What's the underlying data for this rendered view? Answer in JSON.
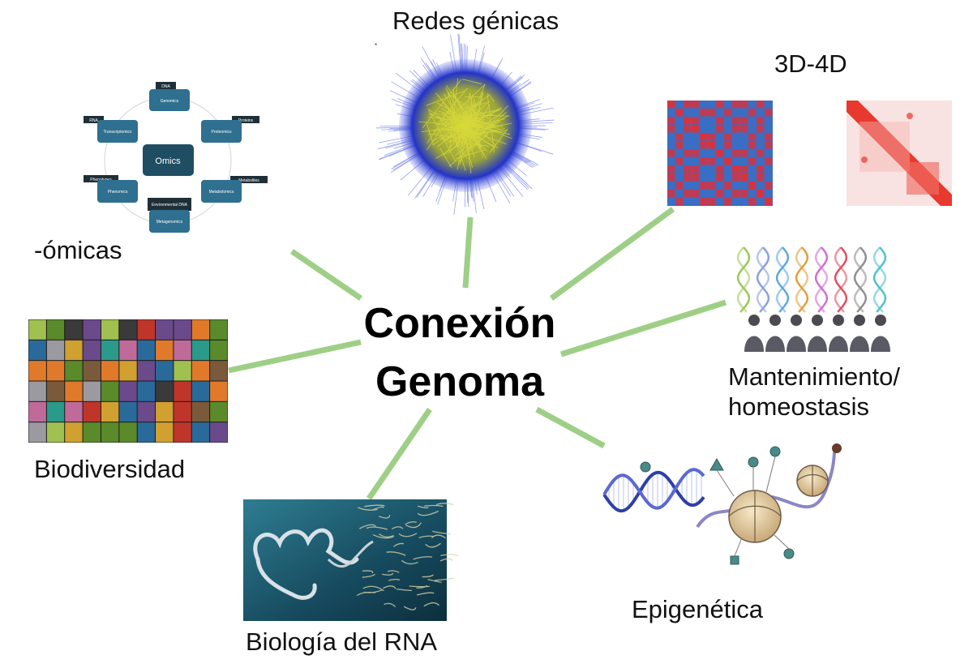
{
  "center": {
    "line1": "Conexión",
    "line2": "Genoma"
  },
  "nodes": {
    "omicas": "-ómicas",
    "redes": "Redes génicas",
    "d3d4": "3D-4D",
    "mantenimiento_1": "Mantenimiento/",
    "mantenimiento_2": "homeostasis",
    "epigenetica": "Epigenética",
    "rna": "Biología del RNA",
    "biodiversidad": "Biodiversidad"
  },
  "omics_diagram": {
    "center": "Omics",
    "items": [
      {
        "tag": "DNA",
        "box": "Genomics"
      },
      {
        "tag": "Proteins",
        "box": "Proteomics"
      },
      {
        "tag": "Metabolites",
        "box": "Metabolomics"
      },
      {
        "tag": "Environmental DNA",
        "box": "Metagenomics"
      },
      {
        "tag": "Phenotypes",
        "box": "Phenomics"
      },
      {
        "tag": "RNA",
        "box": "Transcriptomics"
      }
    ]
  },
  "colors": {
    "connector": "#9ecf86",
    "omics_box": "#2f6f8f",
    "omics_center": "#1f4e63",
    "network_yellow": "#d8d93a",
    "network_blue": "#2233c8",
    "heatmap_red": "#d6333f",
    "heatmap_blue": "#3a6fc4",
    "hic_red": "#e8392f"
  }
}
